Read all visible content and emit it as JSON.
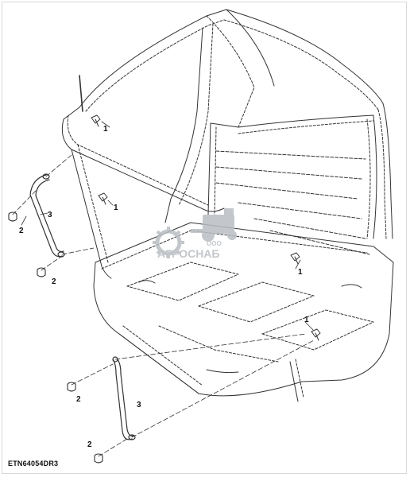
{
  "figure_code": "ETN64054DR3",
  "watermark": {
    "company_prefix": "ООО",
    "company_name": "АГРОСНАБ"
  },
  "callouts": [
    "1",
    "1",
    "1",
    "1",
    "2",
    "2",
    "2",
    "2",
    "3",
    "3"
  ],
  "colors": {
    "line": "#333333",
    "dash": "#444444",
    "watermark": "#b9bec3",
    "frame": "#d8d8d8"
  }
}
